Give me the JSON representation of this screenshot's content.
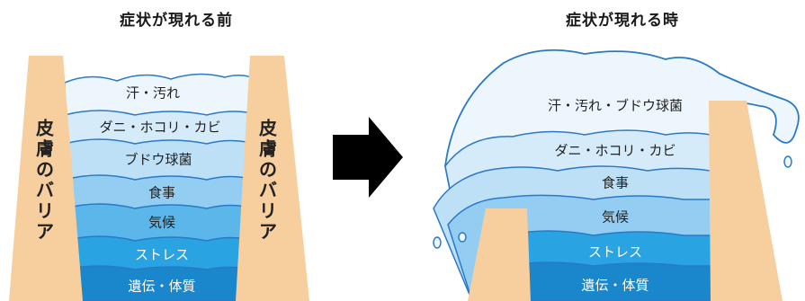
{
  "left_panel": {
    "title": "症状が現れる前",
    "barrier_label": [
      "皮",
      "膚",
      "の",
      "バ",
      "リ",
      "ア"
    ],
    "layers": [
      "汗・汚れ",
      "ダニ・ホコリ・カビ",
      "ブドウ球菌",
      "食事",
      "気候",
      "ストレス",
      "遺伝・体質"
    ]
  },
  "right_panel": {
    "title": "症状が現れる時",
    "layers": [
      "汗・汚れ・ブドウ球菌",
      "ダニ・ホコリ・カビ",
      "食事",
      "気候",
      "ストレス",
      "遺伝・体質"
    ]
  },
  "colors": {
    "skin": "#f7cf9f",
    "layer_1": "#eef6fd",
    "layer_2": "#d6ebfa",
    "layer_3": "#bde0f7",
    "layer_4": "#93cdf2",
    "layer_5": "#5bb6ea",
    "layer_6": "#2aa3e2",
    "layer_7": "#1a86cc",
    "outline": "#2a79c7",
    "arrow": "#000000"
  }
}
